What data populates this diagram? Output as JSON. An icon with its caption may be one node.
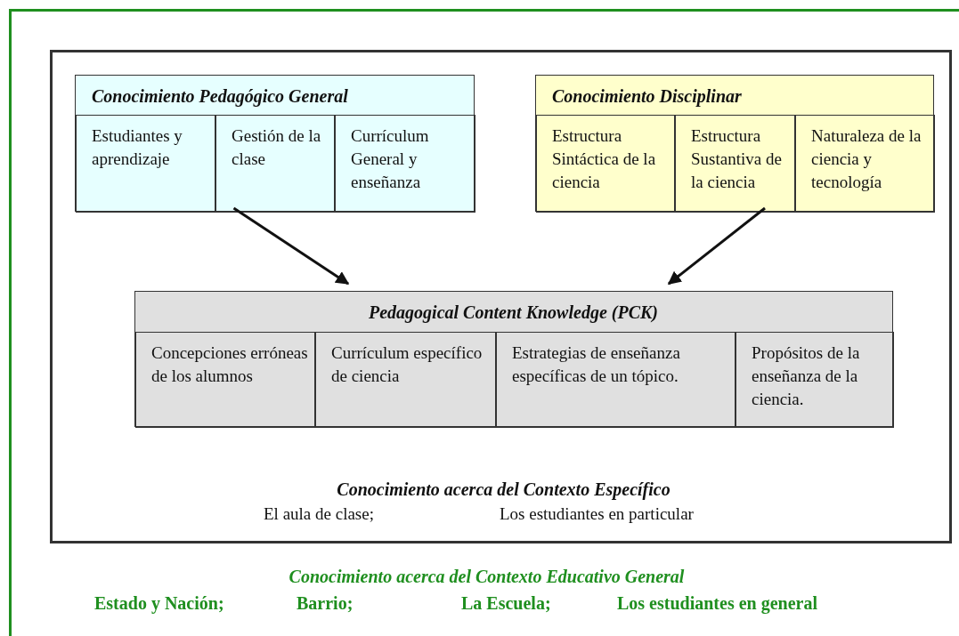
{
  "diagram": {
    "nodes": [
      {
        "text": [
          "Conocimiento acerca del Contexto Educativo General",
          "Estado y Nación;",
          "Barrio;",
          "La Escuela;",
          "Los estudiantes en general"
        ]
      },
      {
        "text": [
          "Conocimiento acerca del Contexto Específico",
          "El aula de clase;",
          "Los estudiantes en particular"
        ],
        "in": 0
      },
      {
        "text": [
          "Conocimiento Pedagógico General"
        ],
        "in": 1
      },
      {
        "text": [
          "Estudiantes y aprendizaje"
        ],
        "in": 2
      },
      {
        "text": [
          "Gestión de la clase"
        ],
        "in": 2
      },
      {
        "text": [
          "Currículum General y enseñanza"
        ],
        "in": 2
      },
      {
        "text": [
          "Conocimiento Disciplinar"
        ],
        "in": 1
      },
      {
        "text": [
          "Estructura Sintáctica de la ciencia"
        ],
        "in": 6
      },
      {
        "text": [
          "Estructura Sustantiva de la ciencia"
        ],
        "in": 6
      },
      {
        "text": [
          "Naturaleza de la ciencia y tecnología"
        ],
        "in": 6
      },
      {
        "text": [
          "Pedagogical Content Knowledge (PCK)"
        ],
        "in": 1
      },
      {
        "text": [
          "Concepciones erróneas de los alumnos"
        ],
        "in": 10
      },
      {
        "text": [
          "Currículum específico de ciencia"
        ],
        "in": 10
      },
      {
        "text": [
          "Estrategias de enseñanza específicas de un tópico."
        ],
        "in": 10
      },
      {
        "text": [
          "Propósitos de la enseñanza de la ciencia."
        ],
        "in": 10
      }
    ],
    "edges": [
      {
        "from": 2,
        "to": 10,
        "arrow": "to"
      },
      {
        "from": 6,
        "to": 10,
        "arrow": "to"
      }
    ]
  }
}
